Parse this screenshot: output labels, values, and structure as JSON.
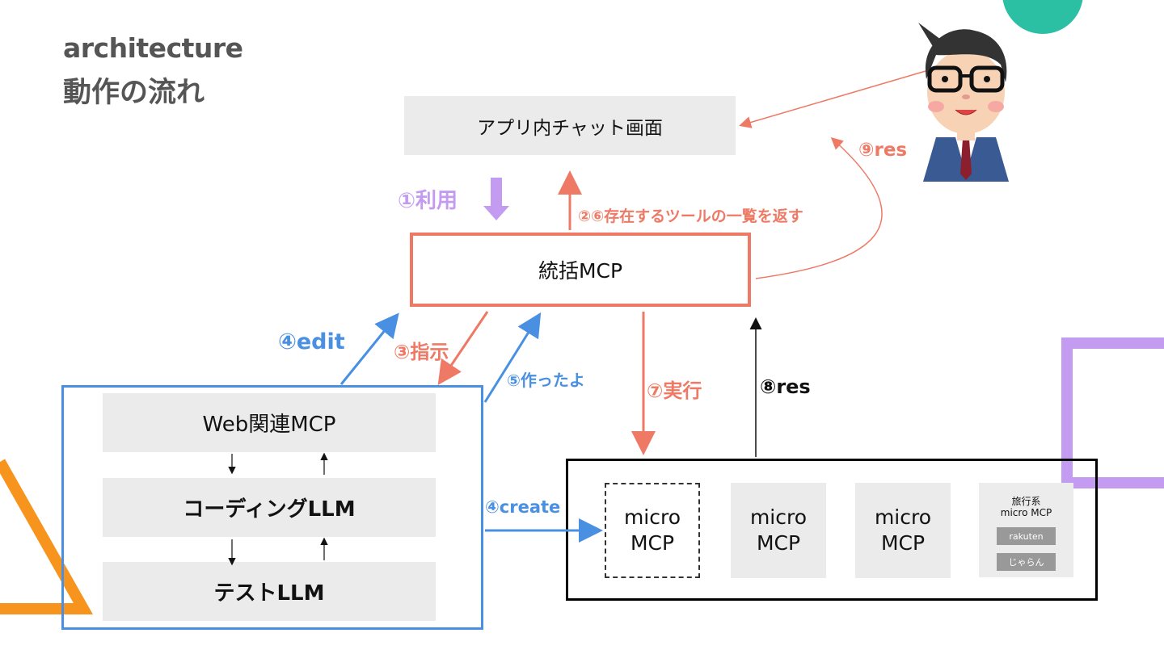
{
  "header": {
    "title_en": "architecture",
    "title_ja": "動作の流れ"
  },
  "boxes": {
    "chat": "アプリ内チャット画面",
    "integration_mcp": "統括MCP",
    "web_mcp": "Web関連MCP",
    "coding_llm": "コーディングLLM",
    "test_llm": "テストLLM",
    "micro1_line1": "micro",
    "micro1_line2": "MCP",
    "micro2_line1": "micro",
    "micro2_line2": "MCP",
    "micro3_line1": "micro",
    "micro3_line2": "MCP",
    "travel_title1": "旅行系",
    "travel_title2": "micro MCP",
    "travel_chip1": "rakuten",
    "travel_chip2": "じゃらん"
  },
  "labels": {
    "step1": "①利用",
    "step2_6": "②⑥存在するツールの一覧を返す",
    "step3": "③指示",
    "step4_edit": "④edit",
    "step4_create": "④create",
    "step5": "⑤作ったよ",
    "step7": "⑦実行",
    "step8": "⑧res",
    "step9": "⑨res"
  },
  "colors": {
    "orange": "#ee7a66",
    "blue": "#4a90e2",
    "purple": "#c39bf0",
    "accent_orange": "#f7941d",
    "teal": "#2bbfa4"
  }
}
